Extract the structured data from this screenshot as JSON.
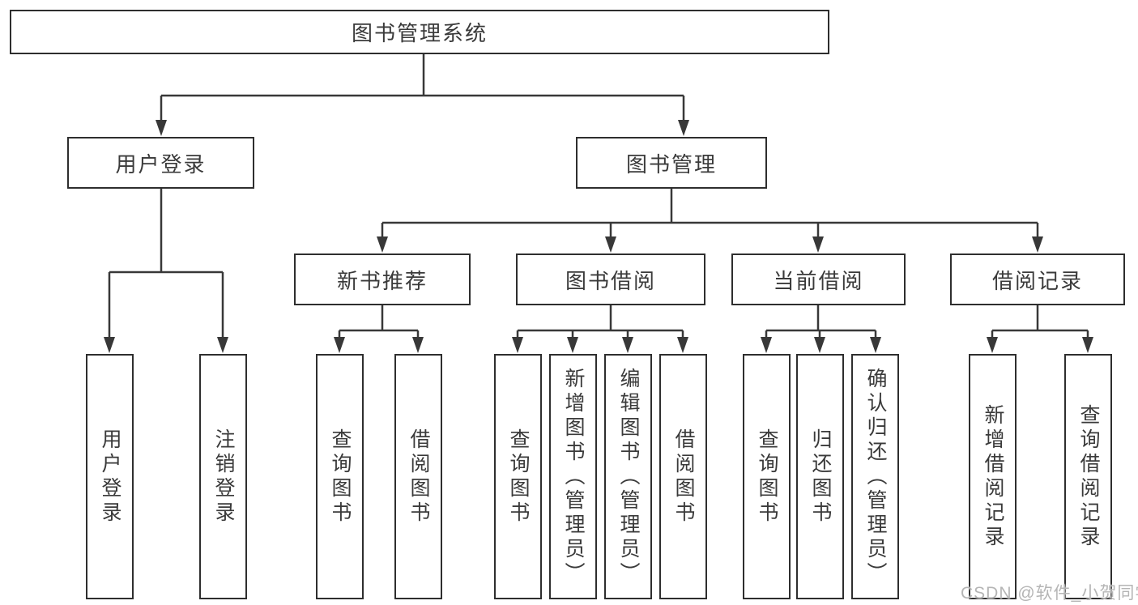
{
  "tree": {
    "label": "图书管理系统",
    "children": [
      {
        "label": "用户登录",
        "children": [
          {
            "label": "用户登录"
          },
          {
            "label": "注销登录"
          }
        ]
      },
      {
        "label": "图书管理",
        "children": [
          {
            "label": "新书推荐",
            "children": [
              {
                "label": "查询图书"
              },
              {
                "label": "借阅图书"
              }
            ]
          },
          {
            "label": "图书借阅",
            "children": [
              {
                "label": "查询图书"
              },
              {
                "label": "新增图书（管理员）"
              },
              {
                "label": "编辑图书（管理员）"
              },
              {
                "label": "借阅图书"
              }
            ]
          },
          {
            "label": "当前借阅",
            "children": [
              {
                "label": "查询图书"
              },
              {
                "label": "归还图书"
              },
              {
                "label": "确认归还（管理员）"
              }
            ]
          },
          {
            "label": "借阅记录",
            "children": [
              {
                "label": "新增借阅记录"
              },
              {
                "label": "查询借阅记录"
              }
            ]
          }
        ]
      }
    ]
  },
  "watermark": {
    "text": "CSDN @软件_小贺同学"
  },
  "colors": {
    "line": "#383838",
    "box_border": "#2e2e2e",
    "text": "#3a3a3a",
    "watermark": "#b5b5b5",
    "background": "#ffffff"
  }
}
